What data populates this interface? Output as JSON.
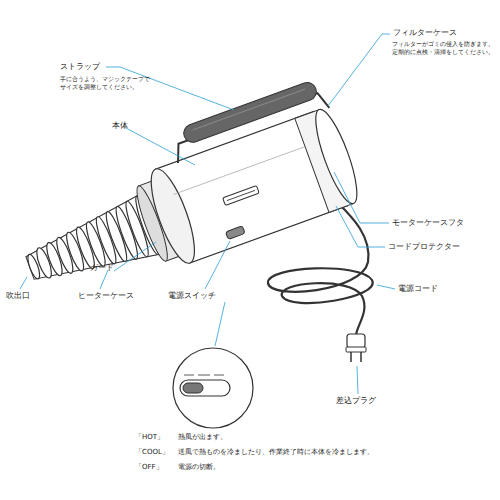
{
  "diagram": {
    "labels": [
      "フィルターケース",
      "フィルターがゴミの侵入を防ぎます。 定期的に点検・清掃をしてください。",
      "ストラップ",
      "手に合うよう、マジックテープで サイズを調整してください。",
      "本体",
      "モーターケースフタ",
      "コードプロテクター",
      "電源コード",
      "ガード",
      "吹出口",
      "ヒーターケース",
      "電源スイッチ",
      "差込プラグ",
      "「HOT」",
      "熱風が出ます。",
      "「COOL」",
      "送風で熱ものを冷ましたり、作業終了時に本体を冷まします。",
      "「OFF」",
      "電源の切断。"
    ]
  }
}
